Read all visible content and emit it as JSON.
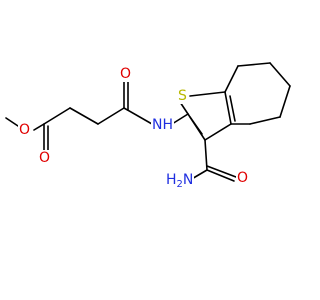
{
  "colors": {
    "bond": "#000000",
    "oxygen": "#e00000",
    "nitrogen": "#1f2fe0",
    "sulfur": "#b8b800"
  },
  "atoms": {
    "ester_o_single": "O",
    "ester_o_double": "O",
    "amide_o": "O",
    "amide_nh": "NH",
    "thiophene_s": "S",
    "carboxamide_n": "H",
    "carboxamide_n_sub": "2",
    "carboxamide_n_tail": "N",
    "carboxamide_o": "O"
  }
}
